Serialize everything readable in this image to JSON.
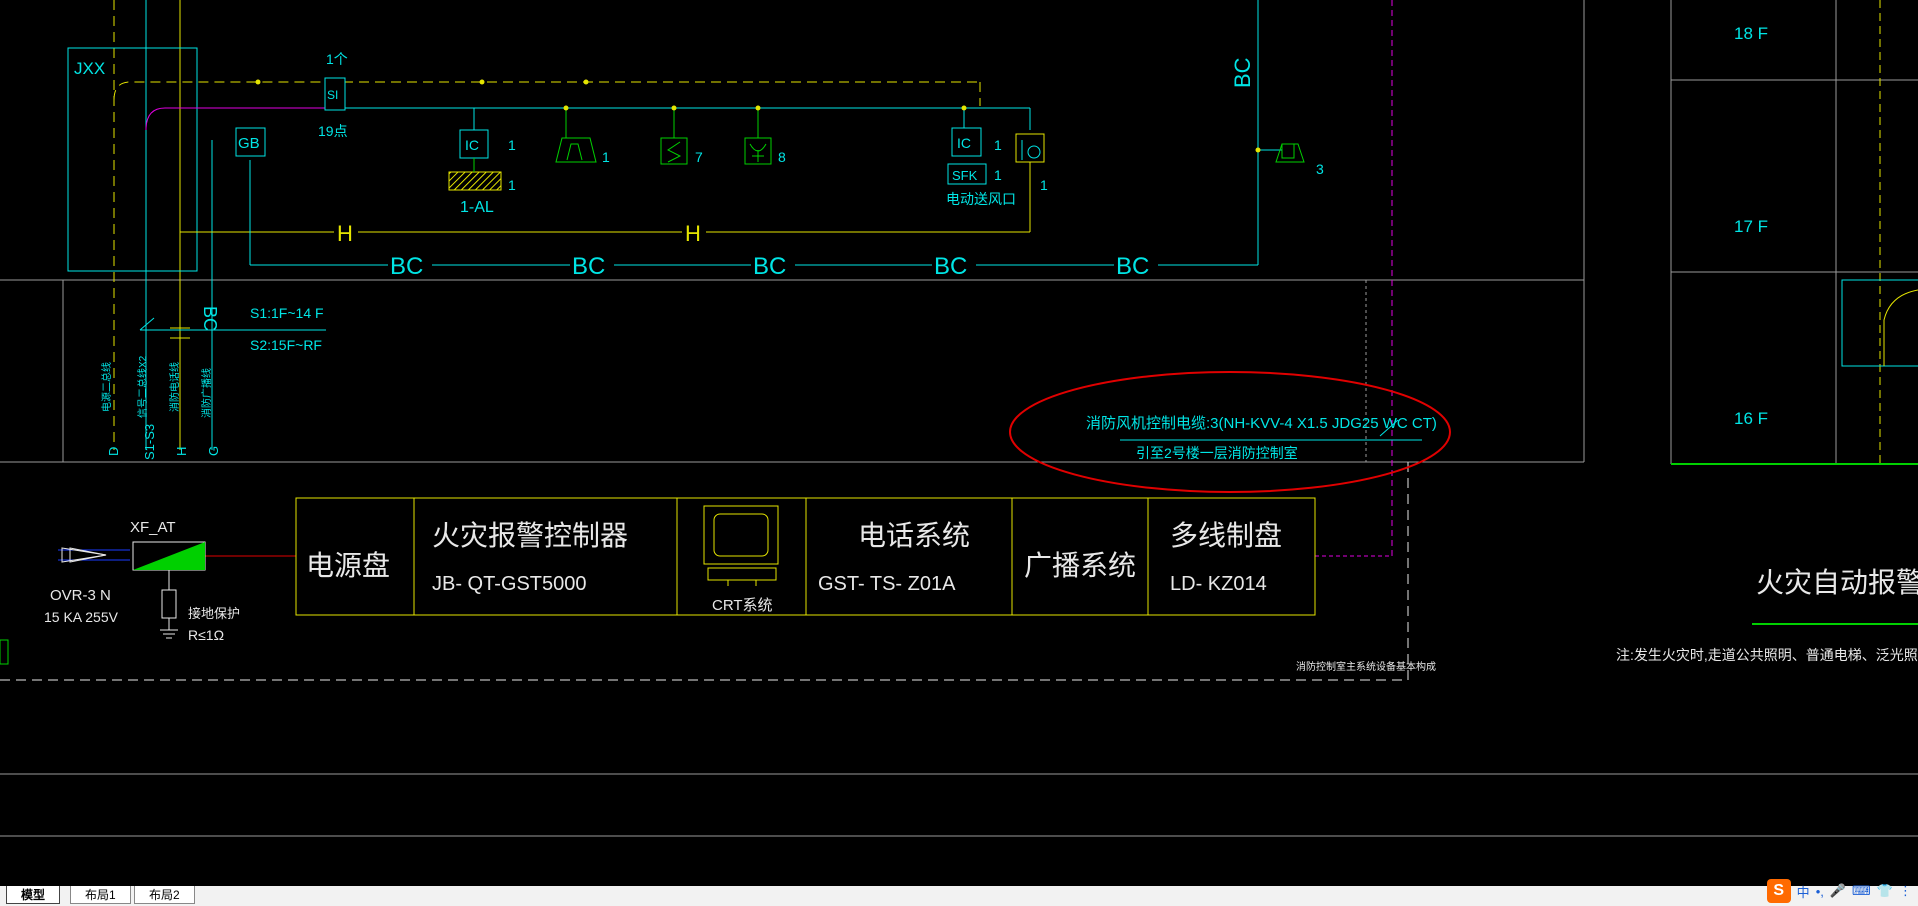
{
  "drawing": {
    "left_box_label": "JXX",
    "gb_label": "GB",
    "si_label": "SI",
    "si_count_top": "1个",
    "si_count_bottom": "19点",
    "ic_label": "IC",
    "ic_qty": "1",
    "al_qty": "1",
    "al_label": "1-AL",
    "horn_qty": "1",
    "smoke_qty": "7",
    "heat_qty": "8",
    "ic2_label": "IC",
    "ic2_qty": "1",
    "sfk_label": "SFK",
    "sfk_qty": "1",
    "sfk_desc": "电动送风口",
    "fan_qty": "1",
    "bc_vertical": "BC",
    "speaker_qty": "3",
    "h_label": "H",
    "bc_label": "BC",
    "bc_label_left": "BC",
    "s1_text": "S1:1F~14 F",
    "s2_text": "S2:15F~RF",
    "vertical_labels": [
      "电源二总线",
      "信号二总线X2",
      "消防电话线",
      "消防广播线"
    ],
    "vertical_codes": [
      "D",
      "S1-S3",
      "H",
      "G"
    ],
    "cable_note_line1": "消防风机控制电缆:3(NH-KVV-4 X1.5  JDG25  WC CT)",
    "cable_note_line2": "引至2号楼一层消防控制室",
    "floors": [
      "18 F",
      "17 F",
      "16 F"
    ],
    "spd_label": "XF_AT",
    "spd_model": "OVR-3 N",
    "spd_rating": "15 KA  255V",
    "ground_label": "接地保护",
    "ground_r": "R≤1Ω",
    "panel_power": "电源盘",
    "panel_fire_title": "火灾报警控制器",
    "panel_fire_model": "JB- QT-GST5000",
    "panel_crt": "CRT系统",
    "panel_phone_title": "电话系统",
    "panel_phone_model": "GST- TS- Z01A",
    "panel_broadcast": "广播系统",
    "panel_multi_title": "多线制盘",
    "panel_multi_model": "LD- KZ014",
    "room_note": "消防控制室主系统设备基本构成",
    "big_title": "火灾自动报警系统",
    "footnote": "注:发生火灾时,走道公共照明、普通电梯、泛光照明由低压配电"
  },
  "tabs": [
    "模型",
    "布局1",
    "布局2"
  ],
  "ime": {
    "logo": "S",
    "lang": "中"
  },
  "colors": {
    "cyan": "#00e5e5",
    "yellow": "#e5e500",
    "green": "#00d000",
    "red": "#e00000",
    "magenta": "#e000e0",
    "white": "#e8e8e8",
    "gray": "#9a9a9a"
  }
}
